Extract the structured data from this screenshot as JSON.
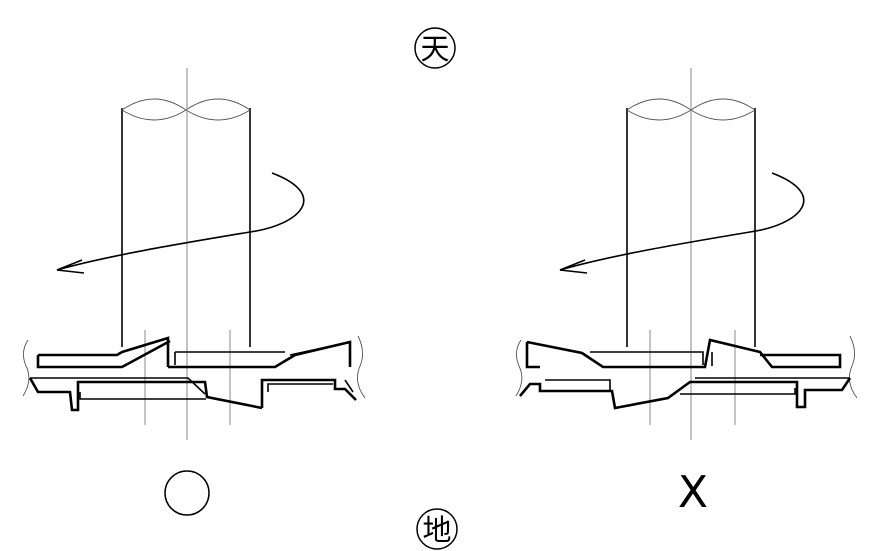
{
  "labels": {
    "top": "天",
    "bottom": "地",
    "correct": "○",
    "wrong": "X"
  }
}
